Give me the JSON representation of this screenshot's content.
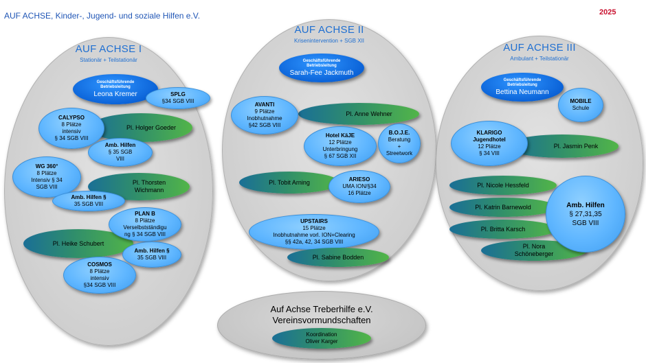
{
  "header": {
    "org": "AUF ACHSE, Kinder-, Jugend- und soziale Hilfen e.V.",
    "year": "2025"
  },
  "sections": [
    {
      "title": "AUF ACHSE I",
      "subtitle": "Stationär + Teilstationär",
      "mgmt": {
        "role": "Geschäftsführende Betriebsleitung",
        "name": "Leona Kremer"
      }
    },
    {
      "title": "AUF ACHSE II",
      "subtitle": "Krisenintervention + SGB XII",
      "mgmt": {
        "role": "Geschäftsführende Betriebsleitung",
        "name": "Sarah-Fee Jackmuth"
      }
    },
    {
      "title": "AUF ACHSE III",
      "subtitle": "Ambulant + Teilstationär",
      "mgmt": {
        "role": "Geschäftsführende Betriebsleitung",
        "name": "Bettina Neumann"
      }
    }
  ],
  "s1": {
    "splg": {
      "name": "SPLG",
      "law": "§34 SGB VIII"
    },
    "calypso": {
      "name": "CALYPSO",
      "l1": "8 Plätze",
      "l2": "intensiv",
      "l3": "§ 34 SGB VIII"
    },
    "amb1": {
      "name": "Amb. Hilfen",
      "l1": "§ 35 SGB",
      "l2": "VIII"
    },
    "wg360": {
      "name": "WG 360°",
      "l1": "8 Plätze",
      "l2": "Intensiv § 34",
      "l3": "SGB VIII"
    },
    "amb2": {
      "name": "Amb. Hilfen §",
      "l1": "35 SGB VIII"
    },
    "planb": {
      "name": "PLAN B",
      "l1": "8 Plätze",
      "l2": "Verselbstständigu",
      "l3": "ng § 34 SGB VIII"
    },
    "amb3": {
      "name": "Amb. Hilfen §",
      "l1": "35 SGB VIII"
    },
    "cosmos": {
      "name": "COSMOS",
      "l1": "8 Plätze",
      "l2": "intensiv",
      "l3": "§34 SGB VIII"
    },
    "pl_goeder": "Pl. Holger Goeder",
    "pl_wichmann_1": "Pl. Thorsten",
    "pl_wichmann_2": "Wichmann",
    "pl_schubert": "Pl.  Heike Schubert"
  },
  "s2": {
    "avanti": {
      "name": "AVANTI",
      "l1": "9 Plätze",
      "l2": "Inobhutnahme",
      "l3": "§42 SGB VIII"
    },
    "kaje": {
      "name": "Hotel KäJE",
      "l1": "12 Plätze",
      "l2": "Unterbringung",
      "l3": "§ 67 SGB XII"
    },
    "boje": {
      "name": "B.O.J.E.",
      "l1": "Beratung",
      "l2": "+",
      "l3": "Streetwork"
    },
    "arieso": {
      "name": "ARIESO",
      "l1": "UMA ION/§34",
      "l2": "16 Plätze"
    },
    "upstairs": {
      "name": "UPSTAIRS",
      "l1": "15 Plätze",
      "l2": "Inobhutnahme vorl.  ION+Clearing",
      "l3": "§§ 42a, 42, 34 SGB VIII"
    },
    "pl_wehner": "Pl. Anne Wehner",
    "pl_arning": "Pl.  Tobit Arning",
    "pl_bodden": "Pl.   Sabine Bodden"
  },
  "s3": {
    "mobile": {
      "name": "MOBILE",
      "l1": "Schule"
    },
    "klarigo": {
      "name": "KLARIGO",
      "l1": "Jugendhotel",
      "l2": "12 Plätze",
      "l3": "§ 34 VIII"
    },
    "amb": {
      "name": "Amb. Hilfen",
      "l1": "§ 27,31,35",
      "l2": "SGB VIII"
    },
    "pl_penk": "Pl.   Jasmin Penk",
    "pl_hessfeld": "Pl.  Nicole Hessfeld",
    "pl_barnewold": "Pl. Katrin Barnewold",
    "pl_karsch": "Pl. Britta Karsch",
    "pl_schoeneberger_1": "Pl. Nora",
    "pl_schoeneberger_2": "Schöneberger"
  },
  "treber": {
    "title": "Auf Achse Treberhilfe e.V.",
    "subtitle": "Vereinsvormundschaften",
    "coord_1": "Koordination",
    "coord_2": "Oliver Karger"
  }
}
